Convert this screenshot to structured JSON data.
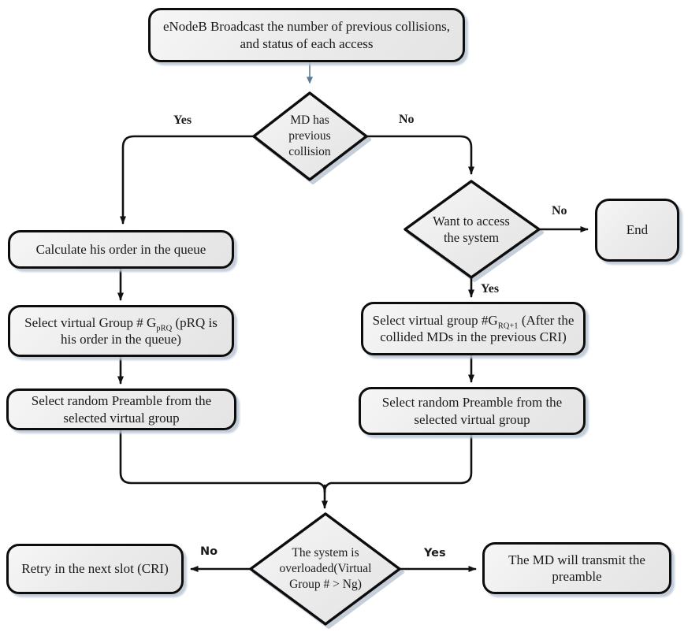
{
  "flowchart": {
    "start_box": {
      "line1": "eNodeB Broadcast the number of previous collisions,",
      "line2": "and status of each access"
    },
    "decision_previous_collision": {
      "line1": "MD has",
      "line2": "previous",
      "line3": "collision"
    },
    "decision_want_access": {
      "line1": "Want to access",
      "line2": "the system"
    },
    "decision_overloaded": {
      "line1": "The system is",
      "line2": "overloaded(Virtual",
      "line3": "Group # > Ng)"
    },
    "end_box": {
      "label": "End"
    },
    "calc_order_box": {
      "label": "Calculate his order in the queue"
    },
    "select_group_left": {
      "pre": "Select virtual Group # G",
      "sub": "pRQ",
      "post": " (pRQ is",
      "line2": "his order in the queue)"
    },
    "select_preamble_left": {
      "line1": "Select random Preamble from the",
      "line2": "selected virtual group"
    },
    "select_group_right": {
      "pre": "Select virtual group #G",
      "sub": "RQ+1",
      "post": " (After the",
      "line2": "collided MDs in the previous  CRI)"
    },
    "select_preamble_right": {
      "line1": "Select random Preamble from the",
      "line2": "selected virtual group"
    },
    "retry_box": {
      "label": "Retry in the next slot (CRI)"
    },
    "transmit_box": {
      "line1": "The MD will transmit the",
      "line2": "preamble"
    },
    "labels": {
      "yes_top": "Yes",
      "no_top": "No",
      "no_end": "No",
      "yes_right": "Yes",
      "no_bottom": "No",
      "yes_bottom": "Yes"
    }
  },
  "colors": {
    "node_fill": "#e9e9e9",
    "node_border": "#0d0d0d",
    "drop_shadow": "#bac6d3",
    "connector": "#111111",
    "start_arrow_blue": "#5e7b94"
  }
}
